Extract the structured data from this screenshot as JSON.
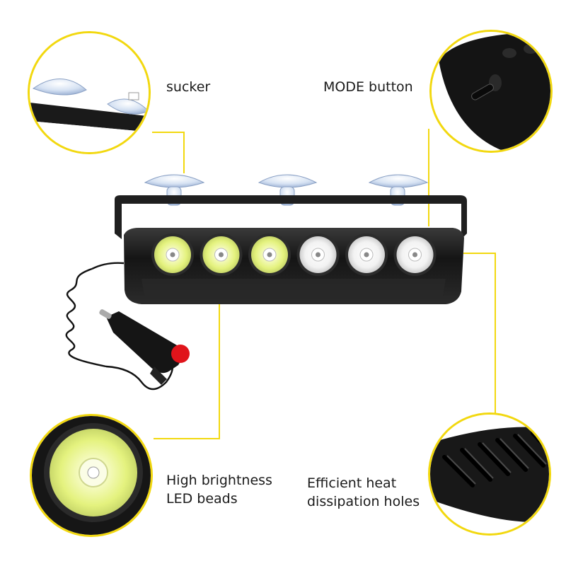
{
  "labels": {
    "sucker": "sucker",
    "mode_button": "MODE button",
    "led_line1": "High brightness",
    "led_line2": "LED beads",
    "heat_line1": "Efficient heat",
    "heat_line2": "dissipation holes"
  },
  "colors": {
    "callout_ring": "#f2d80f",
    "leader_line": "#f2d80f",
    "led_yellow": "#e9f58a",
    "led_white": "#f4f4f4",
    "housing": "#1c1c1c",
    "switch_red": "#e0141b"
  },
  "leds": [
    {
      "tone": "yellow"
    },
    {
      "tone": "yellow"
    },
    {
      "tone": "yellow"
    },
    {
      "tone": "white"
    },
    {
      "tone": "white"
    },
    {
      "tone": "white"
    }
  ]
}
